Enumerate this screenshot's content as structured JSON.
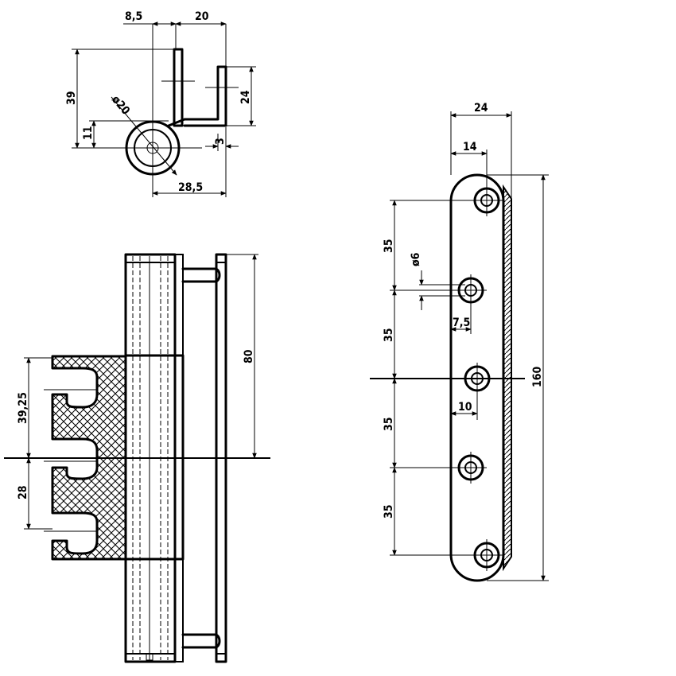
{
  "top_view": {
    "dims": {
      "d_8_5": "8,5",
      "d_20": "20",
      "d_39": "39",
      "d_24": "24",
      "d_11": "11",
      "d_3": "3",
      "d_28_5": "28,5",
      "d_dia20": "ø20"
    }
  },
  "front_view": {
    "dims": {
      "d_80": "80",
      "d_39_25": "39,25",
      "d_28": "28"
    }
  },
  "side_view": {
    "dims": {
      "d_24": "24",
      "d_14": "14",
      "d_35_a": "35",
      "d_35_b": "35",
      "d_35_c": "35",
      "d_35_d": "35",
      "d_dia6": "ø6",
      "d_7_5": "7,5",
      "d_10": "10",
      "d_160": "160"
    }
  }
}
